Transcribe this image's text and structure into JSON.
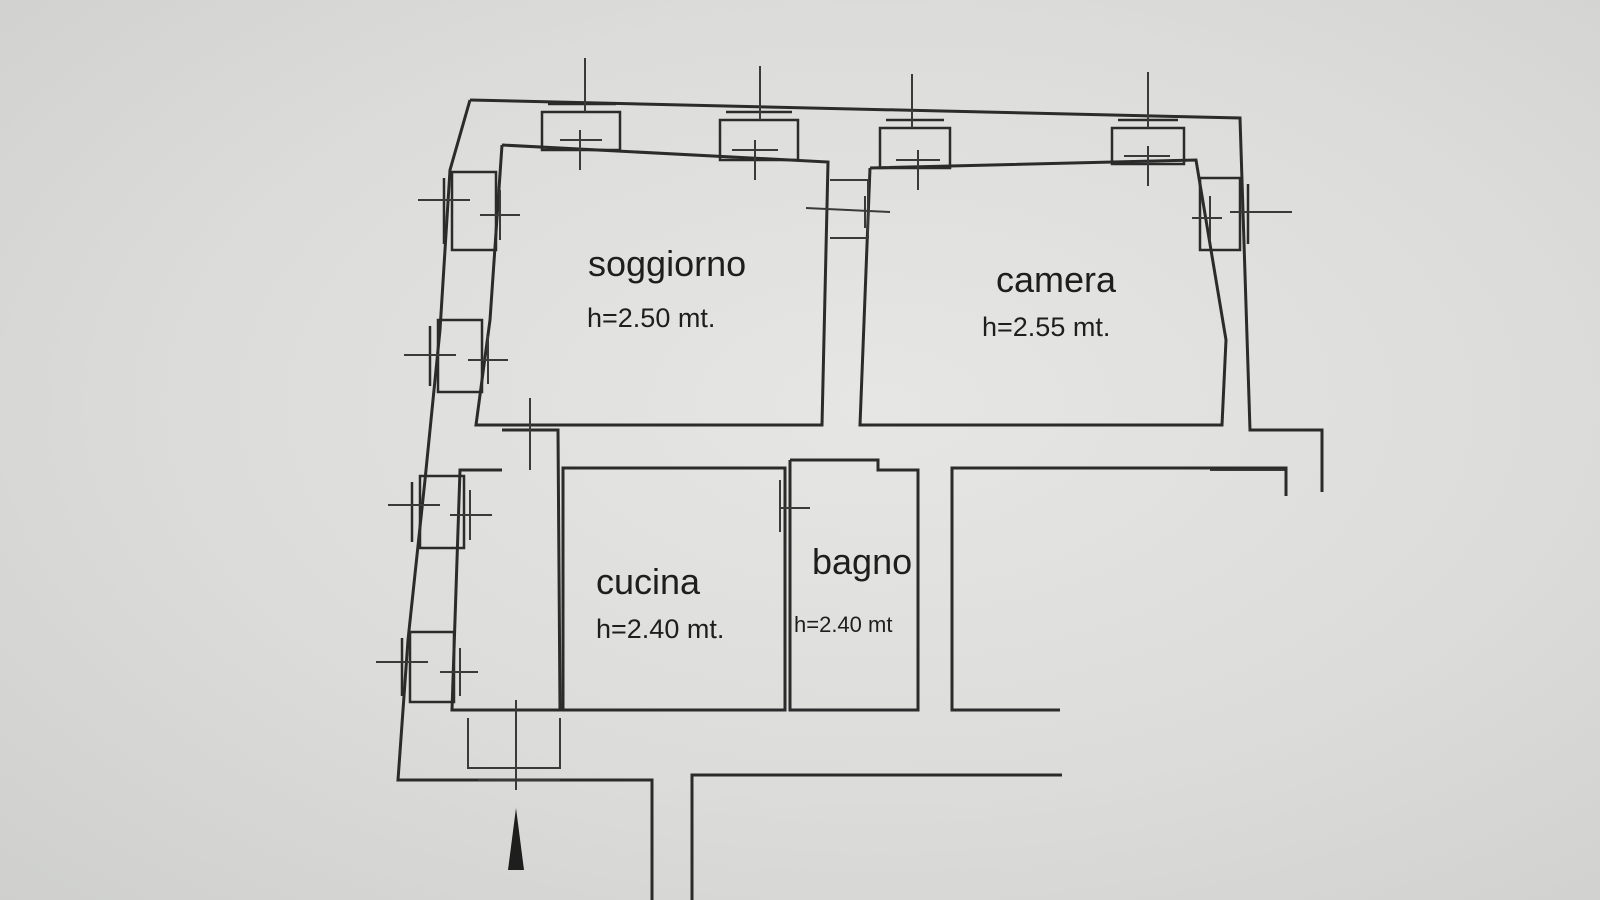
{
  "rooms": [
    {
      "id": "soggiorno",
      "name": "soggiorno",
      "height": "h=2.50 mt."
    },
    {
      "id": "camera",
      "name": "camera",
      "height": "h=2.55 mt."
    },
    {
      "id": "cucina",
      "name": "cucina",
      "height": "h=2.40 mt."
    },
    {
      "id": "bagno",
      "name": "bagno",
      "height": "h=2.40 mt"
    }
  ],
  "colors": {
    "line": "#2b2b2b",
    "background": "#dcdcda"
  }
}
